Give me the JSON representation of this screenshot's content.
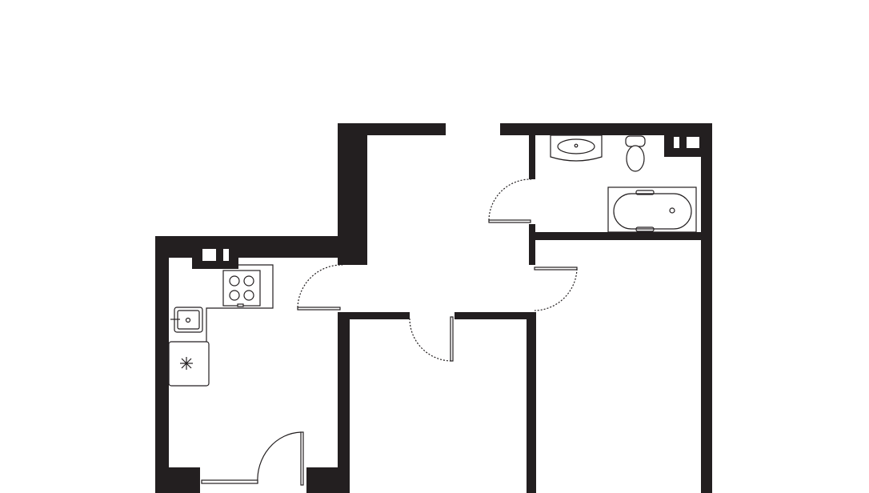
{
  "plan": {
    "type": "apartment-floor-plan",
    "rooms": [
      "kitchen",
      "hallway",
      "bathroom",
      "room-left",
      "room-right"
    ],
    "wall_color": "#231f20",
    "background_color": "#ffffff"
  }
}
